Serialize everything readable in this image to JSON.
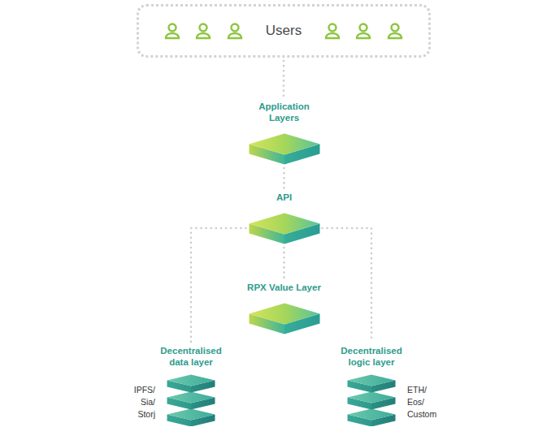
{
  "diagram": {
    "nodes": [
      {
        "text": [
          "Users"
        ]
      },
      {
        "text": [
          "Application Layers"
        ]
      },
      {
        "text": [
          "API"
        ]
      },
      {
        "text": [
          "RPX Value Layer"
        ]
      },
      {
        "text": [
          "Decentralised data layer",
          "IPFS/ Sia/ Storj"
        ]
      },
      {
        "text": [
          "Decentralised logic layer",
          "ETH/ Eos/ Custom"
        ]
      }
    ],
    "edges": [
      {
        "from": 0,
        "to": 1,
        "arrow": "none"
      },
      {
        "from": 1,
        "to": 2,
        "arrow": "none"
      },
      {
        "from": 2,
        "to": 3,
        "arrow": "none"
      },
      {
        "from": 2,
        "to": 4,
        "arrow": "none"
      },
      {
        "from": 2,
        "to": 5,
        "arrow": "none"
      }
    ]
  }
}
